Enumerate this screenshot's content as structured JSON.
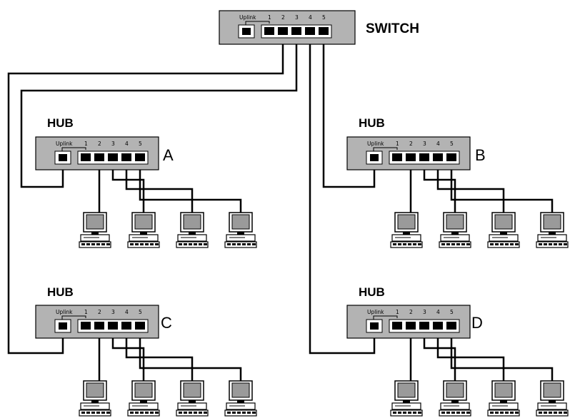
{
  "switch": {
    "label": "SWITCH",
    "uplink_label": "Uplink",
    "port_labels": [
      "1",
      "2",
      "3",
      "4",
      "5"
    ]
  },
  "hubs": [
    {
      "title": "HUB",
      "letter": "A",
      "uplink_label": "Uplink",
      "port_labels": [
        "1",
        "2",
        "3",
        "4",
        "5"
      ]
    },
    {
      "title": "HUB",
      "letter": "B",
      "uplink_label": "Uplink",
      "port_labels": [
        "1",
        "2",
        "3",
        "4",
        "5"
      ]
    },
    {
      "title": "HUB",
      "letter": "C",
      "uplink_label": "Uplink",
      "port_labels": [
        "1",
        "2",
        "3",
        "4",
        "5"
      ]
    },
    {
      "title": "HUB",
      "letter": "D",
      "uplink_label": "Uplink",
      "port_labels": [
        "1",
        "2",
        "3",
        "4",
        "5"
      ]
    }
  ],
  "colors": {
    "device_body": "#b3b3b3",
    "port_panel": "#ffffff",
    "port_jack": "#000000",
    "cable": "#000000",
    "monitor_screen": "#9a9a9a"
  }
}
